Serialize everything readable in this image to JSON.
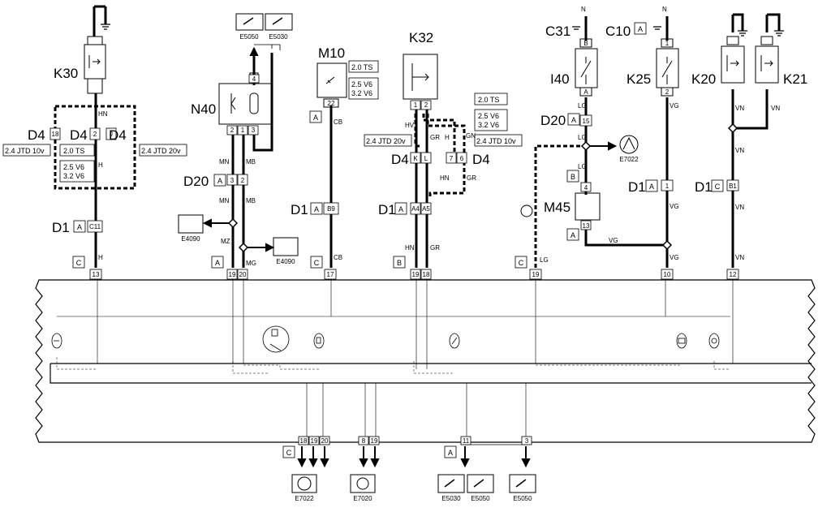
{
  "components": {
    "k30": "K30",
    "n40": "N40",
    "m10": "M10",
    "k32": "K32",
    "c31": "C31",
    "c10": "C10",
    "i40": "I40",
    "k25": "K25",
    "k20": "K20",
    "k21": "K21",
    "m45": "M45"
  },
  "connectors": {
    "d4_a": "D4",
    "d4_b": "D4",
    "d4_c": "D4",
    "d4_d": "D4",
    "d4_e": "D4",
    "d20_a": "D20",
    "d20_b": "D20",
    "d1_a": "D1",
    "d1_b": "D1",
    "d1_c": "D1",
    "d1_d": "D1",
    "d1_e": "D1"
  },
  "variants": {
    "ts20": "2.0 TS",
    "v6_25": "2.5 V6",
    "v6_32": "3.2 V6",
    "jtd10": "2.4 JTD 10v",
    "jtd20": "2.4 JTD 20v"
  },
  "wires": {
    "hn": "HN",
    "h": "H",
    "mn": "MN",
    "mb": "MB",
    "mz": "MZ",
    "mg": "MG",
    "cb": "CB",
    "hv": "HV",
    "gr": "GR",
    "gn": "GN",
    "lg": "LG",
    "vg": "VG",
    "vn": "VN",
    "n": "N"
  },
  "pins": {
    "p18": "18",
    "p2": "2",
    "pj": "J",
    "pc11": "C11",
    "p13": "13",
    "p4": "4",
    "p1": "1",
    "p3": "3",
    "p19": "19",
    "p20": "20",
    "p22": "22",
    "pb9": "B9",
    "p17": "17",
    "pk": "K",
    "pl": "L",
    "p7": "7",
    "p6": "6",
    "pa4": "A4",
    "pa5": "A5",
    "pb": "B",
    "pa": "A",
    "p15": "15",
    "p10": "10",
    "pb1": "B1",
    "p12": "12",
    "p8": "8",
    "p11": "11"
  },
  "boxes": {
    "a": "A",
    "b": "B",
    "c": "C"
  },
  "refs": {
    "e5050": "E5050",
    "e5030": "E5030",
    "e4090": "E4090",
    "e7022": "E7022",
    "e7020": "E7020"
  }
}
